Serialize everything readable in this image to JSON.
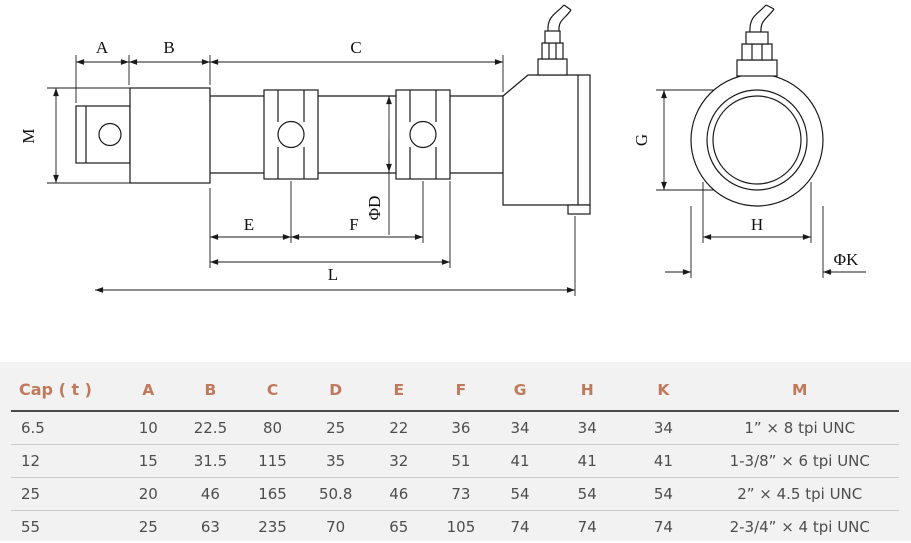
{
  "drawing": {
    "side_view_labels": {
      "a": "A",
      "b": "B",
      "c": "C",
      "m": "M",
      "phi_d": "ΦD",
      "e": "E",
      "f": "F",
      "l": "L"
    },
    "end_view_labels": {
      "g": "G",
      "h": "H",
      "phi_k": "ΦK"
    }
  },
  "table": {
    "header_color": "#c07a5b",
    "headers": [
      "Cap ( t )",
      "A",
      "B",
      "C",
      "D",
      "E",
      "F",
      "G",
      "H",
      "K",
      "M"
    ],
    "rows": [
      [
        "6.5",
        "10",
        "22.5",
        "80",
        "25",
        "22",
        "36",
        "34",
        "34",
        "34",
        "1” × 8 tpi UNC"
      ],
      [
        "12",
        "15",
        "31.5",
        "115",
        "35",
        "32",
        "51",
        "41",
        "41",
        "41",
        "1-3/8” × 6 tpi UNC"
      ],
      [
        "25",
        "20",
        "46",
        "165",
        "50.8",
        "46",
        "73",
        "54",
        "54",
        "54",
        "2” × 4.5 tpi UNC"
      ],
      [
        "55",
        "25",
        "63",
        "235",
        "70",
        "65",
        "105",
        "74",
        "74",
        "74",
        "2-3/4” × 4 tpi UNC"
      ]
    ]
  }
}
